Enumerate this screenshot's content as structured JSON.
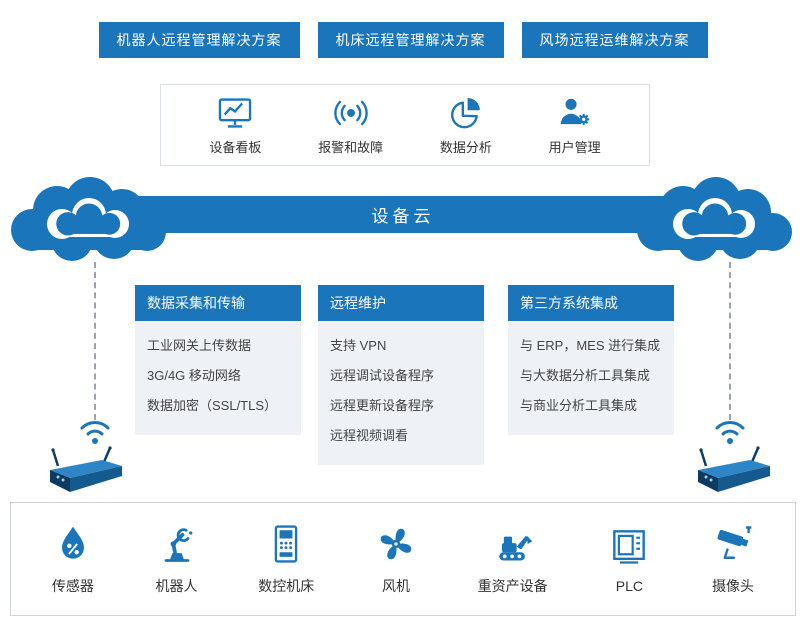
{
  "colors": {
    "primary_blue": "#1b75bb",
    "dark_navy": "#0c3a60",
    "card_body_bg": "#eef1f5",
    "border_gray": "#d9dee3",
    "text_dark": "#333333",
    "dash_gray": "#9aa3ad"
  },
  "top_banners": [
    {
      "label": "机器人远程管理解决方案"
    },
    {
      "label": "机床远程管理解决方案"
    },
    {
      "label": "风场远程运维解决方案"
    }
  ],
  "cloud_features": [
    {
      "icon": "dashboard-monitor-icon",
      "label": "设备看板"
    },
    {
      "icon": "alarm-signal-icon",
      "label": "报警和故障"
    },
    {
      "icon": "pie-chart-icon",
      "label": "数据分析"
    },
    {
      "icon": "user-gear-icon",
      "label": "用户管理"
    }
  ],
  "cloud_band": {
    "label": "设备云"
  },
  "feature_cards": [
    {
      "title": "数据采集和传输",
      "items": [
        "工业网关上传数据",
        "3G/4G 移动网络",
        "数据加密（SSL/TLS）"
      ]
    },
    {
      "title": "远程维护",
      "items": [
        "支持 VPN",
        "远程调试设备程序",
        "远程更新设备程序",
        "远程视频调看"
      ]
    },
    {
      "title": "第三方系统集成",
      "items": [
        "与 ERP，MES 进行集成",
        "与大数据分析工具集成",
        "与商业分析工具集成"
      ]
    }
  ],
  "edge_devices": [
    {
      "icon": "sensor-icon",
      "label": "传感器"
    },
    {
      "icon": "robot-arm-icon",
      "label": "机器人"
    },
    {
      "icon": "cnc-machine-icon",
      "label": "数控机床"
    },
    {
      "icon": "fan-icon",
      "label": "风机"
    },
    {
      "icon": "heavy-equipment-icon",
      "label": "重资产设备"
    },
    {
      "icon": "plc-icon",
      "label": "PLC"
    },
    {
      "icon": "camera-icon",
      "label": "摄像头"
    }
  ]
}
